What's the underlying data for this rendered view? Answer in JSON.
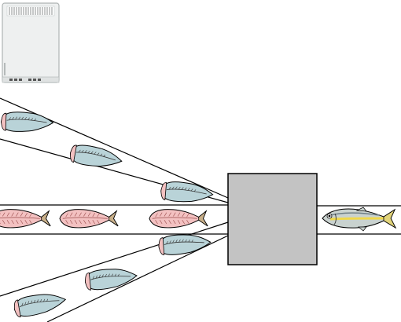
{
  "diagram": {
    "machine_label": "",
    "colors": {
      "background": "#ffffff",
      "machine_fill": "#c3c3c3",
      "line": "#000000",
      "fillet_skin": "#b9d3d8",
      "fillet_flesh": "#f3c1c1",
      "whole_fish_body": "#c9d2cf",
      "whole_fish_stripe": "#f0d84a",
      "device_body": "#eef0f0"
    },
    "incoming": {
      "label": "whole fish",
      "icon": "whole-fish-icon"
    },
    "outputs": [
      {
        "name": "upper-fillet-stream",
        "icon": "fillet-skin-side-icon",
        "count": 3
      },
      {
        "name": "middle-frame-stream",
        "icon": "fish-frame-icon",
        "count": 3
      },
      {
        "name": "lower-fillet-stream",
        "icon": "fillet-skin-side-icon",
        "count": 3
      }
    ],
    "control_unit": {
      "icon": "control-cabinet-icon"
    }
  }
}
